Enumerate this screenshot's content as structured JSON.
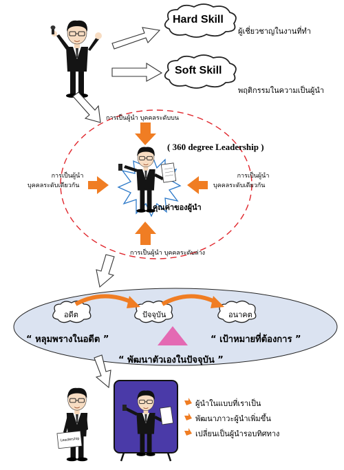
{
  "skills": {
    "hard_label": "Hard Skill",
    "hard_desc": "ผู้เชี่ยวชาญในงานที่ทำ",
    "soft_label": "Soft Skill",
    "soft_desc": "พฤติกรรมในความเป็นผู้นำ"
  },
  "leadership": {
    "title": "( 360 degree Leadership )",
    "top": "การเป็นผู้นำ บุคคลระดับบน",
    "left_line1": "การเป็นผู้นำ",
    "left_line2": "บุคคลระดับเดียวกัน",
    "right_line1": "การเป็นผู้นำ",
    "right_line2": "บุคคลระดับเดียวกัน",
    "bottom": "การเป็นผู้นำ บุคคลระดับล่าง",
    "center": "คุณค่าของผู้นำ",
    "accent_color": "#f07d23",
    "circle_color": "#e0262c"
  },
  "timeline": {
    "past": "อดีต",
    "present": "ปัจจุบัน",
    "future": "อนาคต",
    "quote_past": "“ หลุมพรางในอดีต ”",
    "quote_present": "“ พัฒนาตัวเองในปัจจุบัน ”",
    "quote_future": "“ เป้าหมายที่ต้องการ ”",
    "ellipse_fill": "#dbe3f1",
    "triangle_color": "#e46ab3"
  },
  "outcomes": {
    "items": [
      "ผู้นำในแบบที่เราเป็น",
      "พัฒนาภาวะผู้นำเพิ่มขึ้น",
      "เปลี่ยนเป็นผู้นำรอบทิศทาง"
    ],
    "board_color": "#4a3aa8",
    "sign_text": "Leadership"
  }
}
